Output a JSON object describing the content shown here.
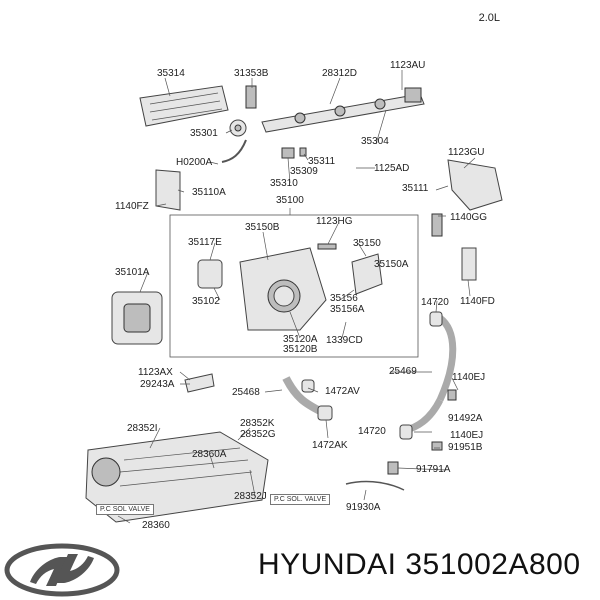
{
  "diagram": {
    "variant": "2.0L",
    "footer": "HYUNDAI 351002A800",
    "labels": {
      "p35314": "35314",
      "p31353B": "31353B",
      "p28312D": "28312D",
      "p1123AU": "1123AU",
      "p35301": "35301",
      "p35304": "35304",
      "p35311": "35311",
      "p35309": "35309",
      "p35310": "35310",
      "pH0200A": "H0200A",
      "p1125AD": "1125AD",
      "p1123GU": "1123GU",
      "p35111": "35111",
      "p35110A": "35110A",
      "p1140FZ": "1140FZ",
      "p35100": "35100",
      "p1123HG": "1123HG",
      "p1140GG": "1140GG",
      "p35150B": "35150B",
      "p35117E": "35117E",
      "p35150": "35150",
      "p35150A": "35150A",
      "p35101A": "35101A",
      "p35102": "35102",
      "p35156": "35156",
      "p35156A": "35156A",
      "p1140FD": "1140FD",
      "p14720a": "14720",
      "p35120A": "35120A",
      "p35120B": "35120B",
      "p1339CD": "1339CD",
      "p1123AX": "1123AX",
      "p29243A": "29243A",
      "p25468": "25468",
      "p1472AV": "1472AV",
      "p25469": "25469",
      "p1140EJa": "1140EJ",
      "p91492A": "91492A",
      "p28352I": "28352I",
      "p28352K": "28352K",
      "p28352G": "28352G",
      "p14720b": "14720",
      "p1140EJb": "1140EJ",
      "p91951B": "91951B",
      "p1472AK": "1472AK",
      "p28360A": "28360A",
      "p91791A": "91791A",
      "p28352J": "28352J",
      "p28360": "28360",
      "p91930A": "91930A"
    },
    "valve_tags": {
      "left": "P.C  SOL VALVE",
      "right": "P.C  SOL. VALVE"
    }
  }
}
